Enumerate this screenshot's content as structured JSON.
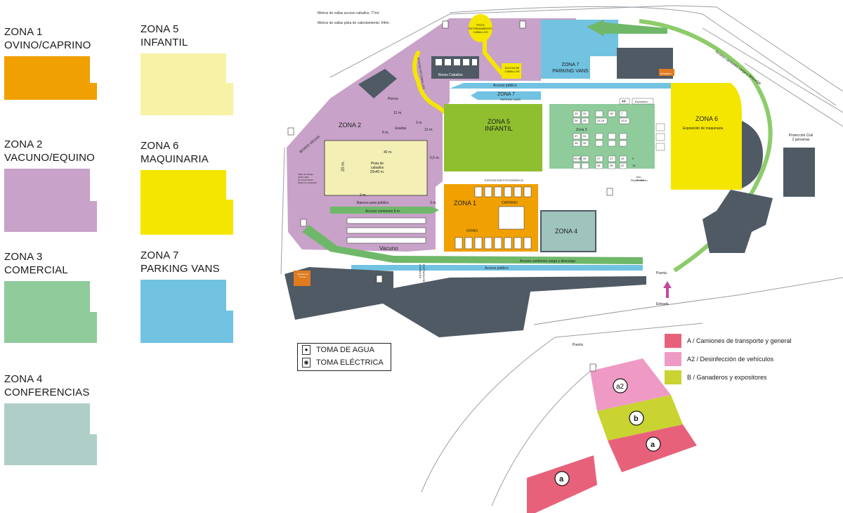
{
  "legend": [
    {
      "title": "ZONA 1\nOVINO/CAPRINO",
      "color": "#f0a000"
    },
    {
      "title": "ZONA 2\nVACUNO/EQUINO",
      "color": "#c8a2c8"
    },
    {
      "title": "ZONA 3\nCOMERCIAL",
      "color": "#8fcb9b"
    },
    {
      "title": "ZONA 4\nCONFERENCIAS",
      "color": "#b0cec8"
    },
    {
      "title": "ZONA 5\nINFANTIL",
      "color": "#f7f2a6"
    },
    {
      "title": "ZONA 6\nMAQUINARIA",
      "color": "#f5e600"
    },
    {
      "title": "ZONA 7\nPARKING VANS",
      "color": "#72c2e2"
    }
  ],
  "map": {
    "note1": "Metros de vallas acceso caballos: 77ml.",
    "note2": "Metros de vallas pista de calentamiento: 64ml.",
    "zona1": "ZONA 1",
    "zona2": "ZONA 2",
    "zona3": "Zona 3",
    "zona4": "ZONA 4",
    "zona5": "ZONA 5\nINFANTIL",
    "zona6": "ZONA 6",
    "zona6_sub": "Exposición de maquinaria",
    "zona7a": "ZONA 7\nPARKING VANS",
    "zona7b": "ZONA 7",
    "zona7b_sub": "PARKING VANS",
    "pista": "Pista de\ncaballos\n20x40 m.",
    "dim_40": "40 m.",
    "dim_20": "20 m.",
    "dim_2": "2 m.",
    "dim_3": "3 m.",
    "dim_12a": "12 m.",
    "dim_12b": "12 m.",
    "dim_6": "6 m.",
    "dim_3b": "3 m.",
    "dim_55": "5,5 m.",
    "gradas": "Gradas",
    "perros": "Perros",
    "boxes_caballos": "Boxes Caballos",
    "boxes_vegas": "BOXES VEGAS",
    "acceso_caballos": "ACCESO DE CABALLOS",
    "pista_entr": "PISTA\nENTRENAMIENTO\nCABALLOS",
    "ducha": "DUCHA DE\nCABALLOS",
    "bancos": "Bancos para público",
    "acceso_camiones_8": "Acceso camiones 8 m.",
    "vacuno": "Vacuno",
    "ovino": "OVINO",
    "caprino": "CAPRINO",
    "exposicion_fotografica": "EXPOSICIÓN FOTOGRÁFICA",
    "acceso_publico_top": "Acceso público",
    "acceso_publico_bottom": "Acceso público",
    "acceso_camiones_bottom": "Acceso camiones carga y descarga",
    "acceso_camiones_right": "Acceso camiones carga y descarga",
    "animales": "ENTRADA DE\nANIMALES",
    "almacen": "Almacén",
    "almacen_pienso": "Almacén de\nPienso",
    "puerta1": "Puerta",
    "puerta2": "Puerta",
    "entrada": "Entrada",
    "proteccion": "Protección Civil\n2 personas",
    "restauracion": "Restauración",
    "taller": "Taller de herraje\nCHAC taller\nde conocimiento\nbásico de equitación",
    "escenario": "Escenario",
    "banos": "Baño\nde agua",
    "sala_44": "44",
    "stand_numbers": [
      "35",
      "29",
      "",
      "18",
      "7",
      "36",
      "30",
      "24-18",
      "12-6",
      "",
      "",
      "",
      "",
      "",
      "",
      "",
      "",
      "",
      "",
      "",
      "37",
      "31",
      "",
      "",
      "38",
      "32",
      "",
      "",
      "",
      "",
      "",
      "",
      "39-40",
      "33",
      "27",
      "21",
      "15",
      "9",
      "",
      "34",
      "28",
      "22",
      "16",
      "10"
    ],
    "key_water": "TOMA DE AGUA",
    "key_elec": "TOMA ELÉCTRICA",
    "parking_legend": [
      {
        "label": "A / Camiones de transporte y general",
        "color": "#e8617a"
      },
      {
        "label": "A2 / Desinfección de vehículos",
        "color": "#ef9ac4"
      },
      {
        "label": "B / Ganaderos y expositores",
        "color": "#c9d331"
      }
    ],
    "parking_letters": [
      "a2",
      "b",
      "a",
      "a"
    ]
  }
}
